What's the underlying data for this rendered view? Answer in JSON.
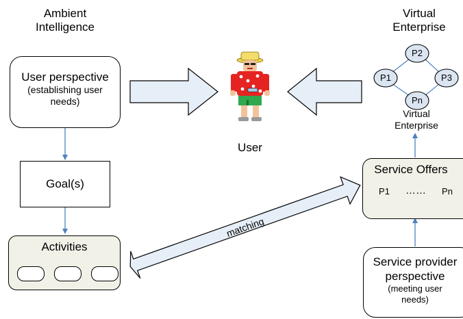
{
  "header": {
    "left_title_line1": "Ambient",
    "left_title_line2": "Intelligence",
    "right_title_line1": "Virtual",
    "right_title_line2": "Enterprise"
  },
  "user": {
    "label": "User"
  },
  "user_perspective": {
    "title": "User perspective",
    "subtitle_line1": "(establishing user",
    "subtitle_line2": "needs)"
  },
  "goals": {
    "label": "Goal(s)"
  },
  "activities": {
    "label": "Activities"
  },
  "matching": {
    "label": "matching"
  },
  "network": {
    "nodes": [
      "P2",
      "P1",
      "P3",
      "Pn"
    ],
    "caption_line1": "Virtual",
    "caption_line2": "Enterprise"
  },
  "service_offers": {
    "title": "Service Offers",
    "first": "P1",
    "dots": "……",
    "last": "Pn"
  },
  "service_provider": {
    "line1": "Service provider",
    "line2": "perspective",
    "line3": "(meeting user",
    "line4": "needs)"
  },
  "colors": {
    "arrow_fill": "#e6eef7",
    "connector": "#4f81bd",
    "panel_fill": "#f1f1e8",
    "node_fill": "#dbe5f1"
  }
}
